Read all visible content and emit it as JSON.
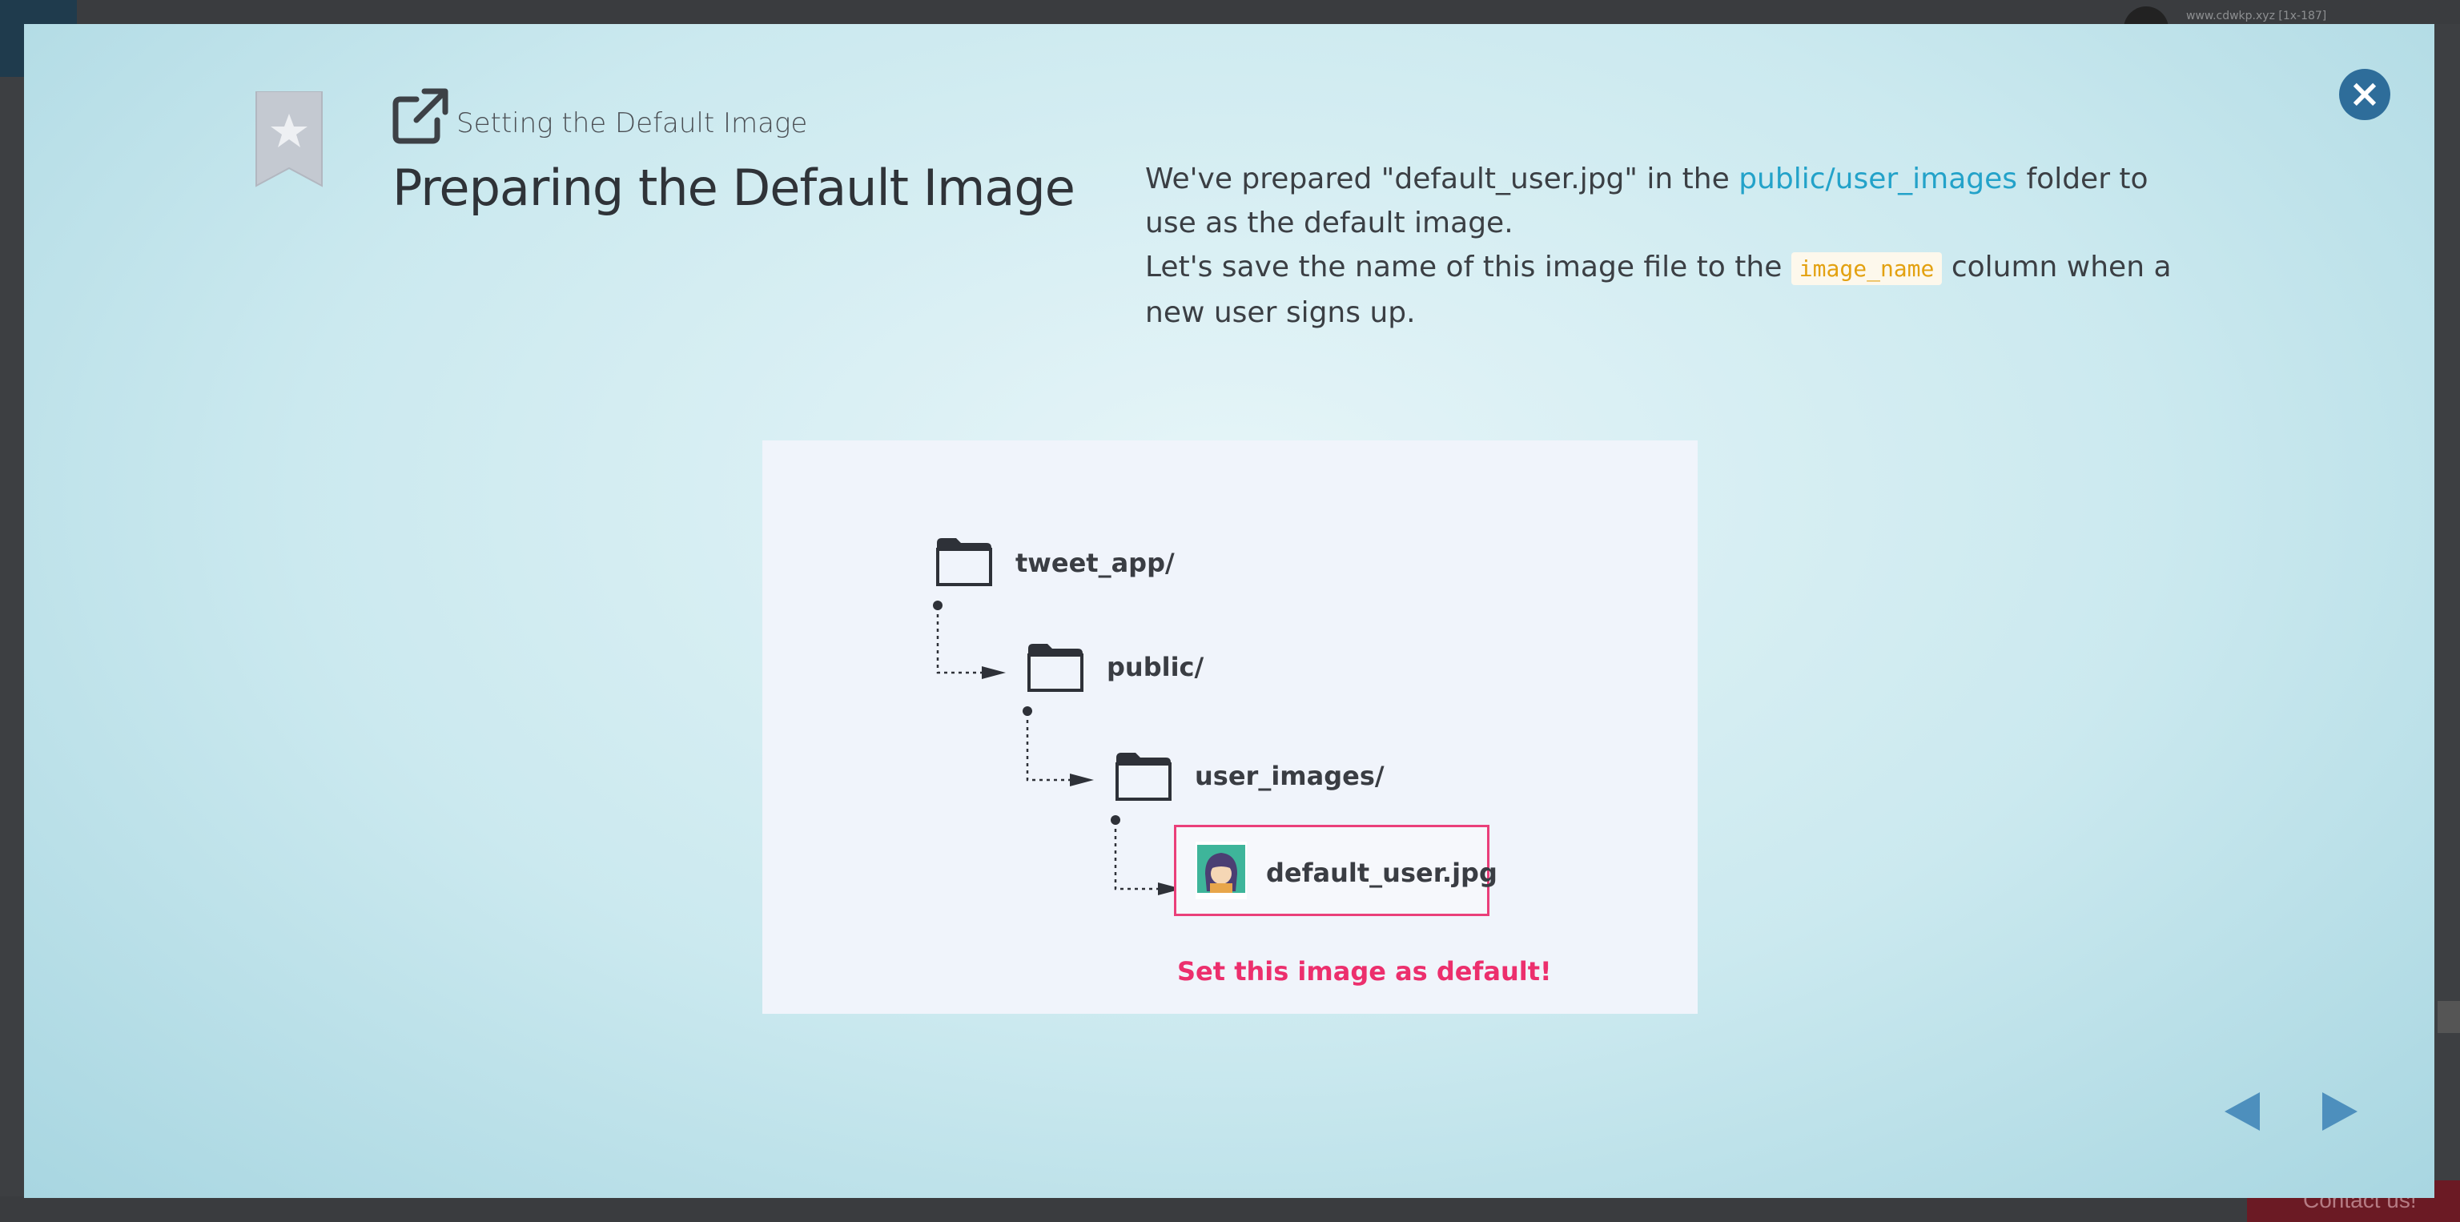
{
  "background": {
    "url_text": "www.cdwkp.xyz [1x-187]",
    "contact_label": "Contact us!"
  },
  "modal": {
    "subtitle": "Setting the Default Image",
    "title": "Preparing the Default Image",
    "description": {
      "line1_before": "We've prepared \"default_user.jpg\" in the ",
      "line1_link": "public/user_images",
      "line1_after": " folder to use as the default image.",
      "line2_before": "Let's save the name of this image file to the ",
      "line2_code": "image_name",
      "line2_after": " column when a new user signs up."
    },
    "diagram": {
      "folders": [
        {
          "label": "tweet_app/"
        },
        {
          "label": "public/"
        },
        {
          "label": "user_images/"
        }
      ],
      "file": {
        "label": "default_user.jpg"
      },
      "note": "Set this image as default!"
    },
    "colors": {
      "accent_link": "#23a2c9",
      "highlight": "#ea3f7a",
      "close_button": "#2e6d9a",
      "nav_arrows": "#4d8fbd"
    },
    "icons": {
      "close": "close-icon",
      "bookmark": "bookmark-star-icon",
      "external": "external-link-icon",
      "prev": "arrow-left-icon",
      "next": "arrow-right-icon"
    }
  }
}
